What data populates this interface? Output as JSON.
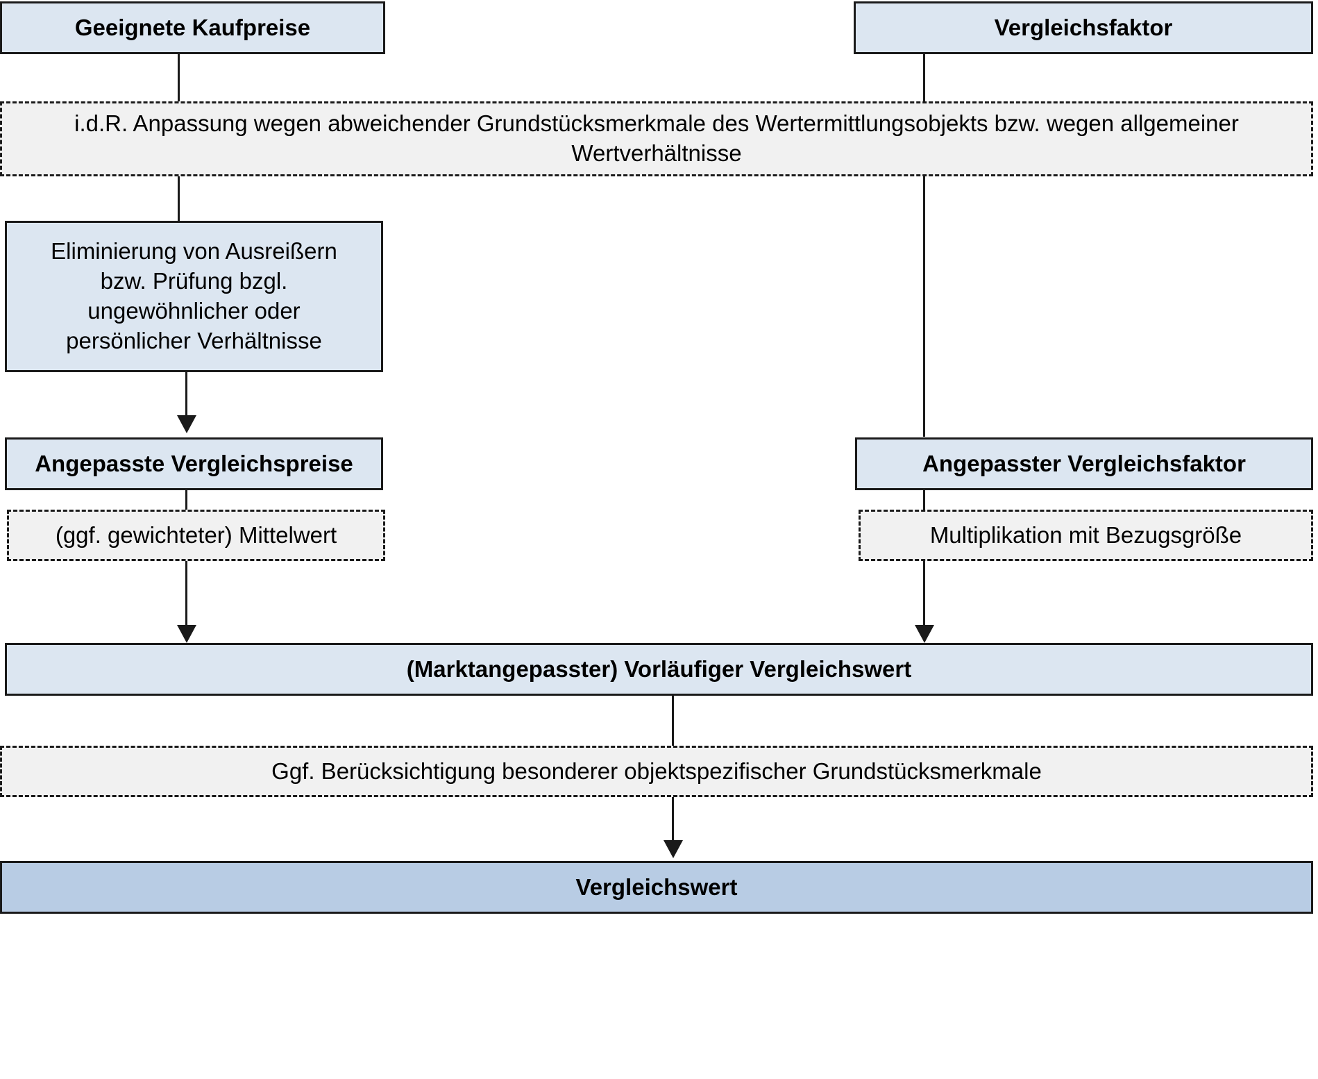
{
  "diagram": {
    "title": "Vergleichswertverfahren Ablaufdiagramm",
    "colors": {
      "node_fill": "#dce6f1",
      "result_fill": "#b8cce4",
      "annotation_fill": "#f1f1f1",
      "stroke": "#1a1a1a"
    },
    "nodes": {
      "geeignete_kaufpreise": "Geeignete Kaufpreise",
      "vergleichsfaktor": "Vergleichsfaktor",
      "anpassung_note": "i.d.R. Anpassung wegen abweichender Grundstücksmerkmale des Wertermittlungsobjekts bzw. wegen allgemeiner Wertverhältnisse",
      "eliminierung": "Eliminierung von Ausreißern\nbzw. Prüfung bzgl.\nungewöhnlicher oder\npersönlicher Verhältnisse",
      "angepasste_vergleichspreise": "Angepasste Vergleichspreise",
      "angepasster_vergleichsfaktor": "Angepasster Vergleichsfaktor",
      "mittelwert": "(ggf. gewichteter) Mittelwert",
      "multiplikation": "Multiplikation mit Bezugsgröße",
      "vorlaeufiger_vergleichswert": "(Marktangepasster) Vorläufiger Vergleichswert",
      "besondere_merkmale": "Ggf. Berücksichtigung besonderer objektspezifischer Grundstücksmerkmale",
      "vergleichswert": "Vergleichswert"
    }
  }
}
